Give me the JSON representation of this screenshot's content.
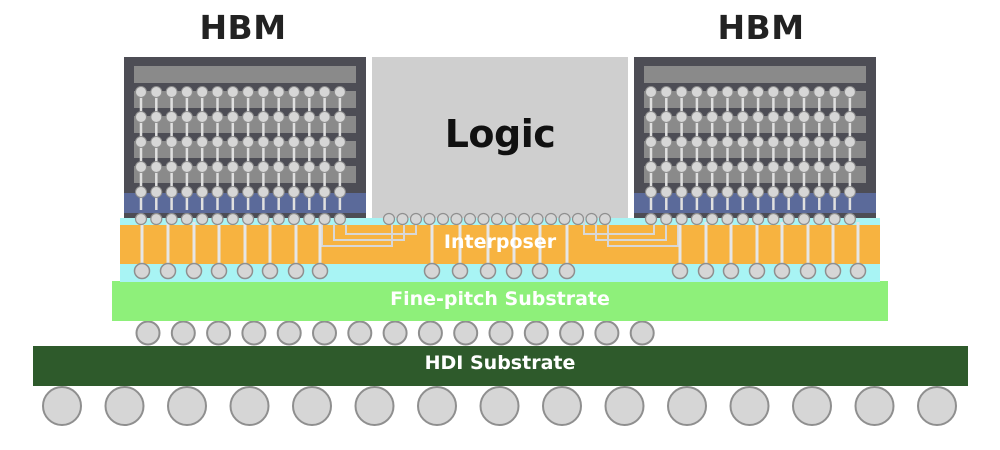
{
  "labels": {
    "hbm_left": "HBM",
    "hbm_right": "HBM",
    "logic": "Logic",
    "interposer": "Interposer",
    "fine_pitch_substrate": "Fine-pitch Substrate",
    "hdi_substrate": "HDI Substrate"
  },
  "colors": {
    "hbm_frame": "#4d4d55",
    "hbm_die": "#8a8a8a",
    "hbm_base": "#5b6a9a",
    "bump": "#d6d6d6",
    "logic": "#cfcfcf",
    "interposer": "#f7b340",
    "cyan_layer": "#a8f4f4",
    "fine_pitch": "#8ef07a",
    "hdi": "#2e5a2b"
  }
}
